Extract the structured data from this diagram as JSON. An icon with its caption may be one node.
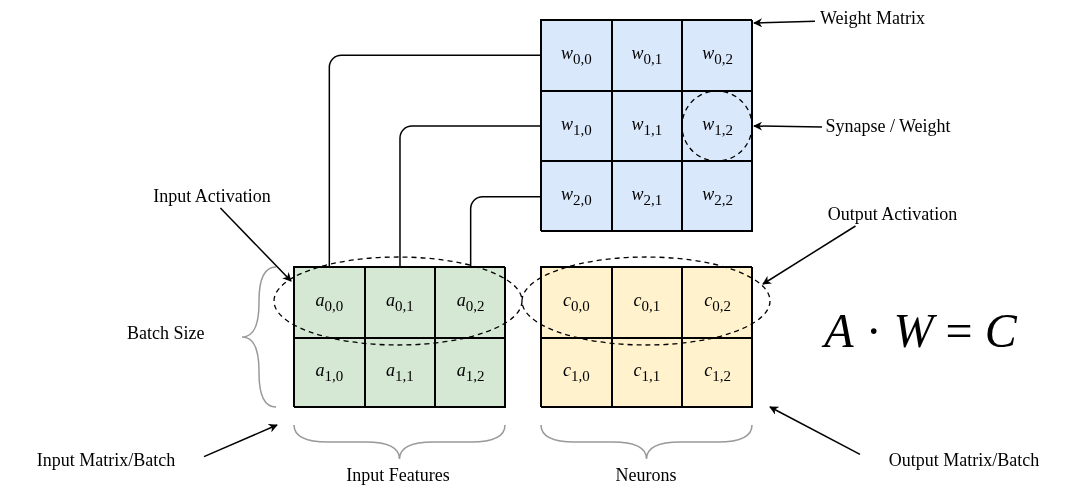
{
  "diagram": {
    "nodes": [
      {
        "text": [],
        "shape": "box"
      },
      {
        "text": [
          "*w*$_{0,0}$"
        ],
        "in": 0
      },
      {
        "text": [
          "*w*$_{0,1}$"
        ],
        "in": 0
      },
      {
        "text": [
          "*w*$_{0,2}$"
        ],
        "in": 0
      },
      {
        "text": [
          "*w*$_{1,0}$"
        ],
        "in": 0
      },
      {
        "text": [
          "*w*$_{1,1}$"
        ],
        "in": 0
      },
      {
        "text": [
          "*w*$_{1,2}$"
        ],
        "in": 0
      },
      {
        "text": [
          "*w*$_{2,0}$"
        ],
        "in": 0
      },
      {
        "text": [
          "*w*$_{2,1}$"
        ],
        "in": 0
      },
      {
        "text": [
          "*w*$_{2,2}$"
        ],
        "in": 0
      },
      {
        "text": [],
        "shape": "box"
      },
      {
        "text": [
          "*a*$_{0,0}$"
        ],
        "in": 10
      },
      {
        "text": [
          "*a*$_{0,1}$"
        ],
        "in": 10
      },
      {
        "text": [
          "*a*$_{0,2}$"
        ],
        "in": 10
      },
      {
        "text": [
          "*a*$_{1,0}$"
        ],
        "in": 10
      },
      {
        "text": [
          "*a*$_{1,1}$"
        ],
        "in": 10
      },
      {
        "text": [
          "*a*$_{1,2}$"
        ],
        "in": 10
      },
      {
        "text": [],
        "shape": "box"
      },
      {
        "text": [
          "*c*$_{0,0}$"
        ],
        "in": 17
      },
      {
        "text": [
          "*c*$_{0,1}$"
        ],
        "in": 17
      },
      {
        "text": [
          "*c*$_{0,2}$"
        ],
        "in": 17
      },
      {
        "text": [
          "*c*$_{1,0}$"
        ],
        "in": 17
      },
      {
        "text": [
          "*c*$_{1,1}$"
        ],
        "in": 17
      },
      {
        "text": [
          "*c*$_{1,2}$"
        ],
        "in": 17
      },
      {
        "text": [
          "Weight Matrix"
        ]
      },
      {
        "text": [
          "Synapse / Weight"
        ]
      },
      {
        "text": [
          "Input Activation"
        ]
      },
      {
        "text": [
          "Output Activation"
        ]
      },
      {
        "text": [
          "Input Matrix/Batch"
        ]
      },
      {
        "text": [
          "Output Matrix/Batch"
        ]
      }
    ],
    "edges": [
      {
        "from": 1,
        "to": 11,
        "arrow": "none"
      },
      {
        "from": 4,
        "to": 12,
        "arrow": "none"
      },
      {
        "from": 7,
        "to": 13,
        "arrow": "none"
      },
      {
        "from": 24,
        "to": 0,
        "arrow": "to"
      },
      {
        "from": 25,
        "to": 6,
        "arrow": "to"
      },
      {
        "from": 26,
        "to": 11,
        "arrow": "to"
      },
      {
        "from": 27,
        "to": 20,
        "arrow": "to"
      },
      {
        "from": 28,
        "to": 10,
        "arrow": "to"
      },
      {
        "from": 29,
        "to": 17,
        "arrow": "to"
      }
    ],
    "labels": [
      "Batch Size",
      "Input Features",
      "Neurons",
      "*A* · *W* = *C*"
    ]
  }
}
